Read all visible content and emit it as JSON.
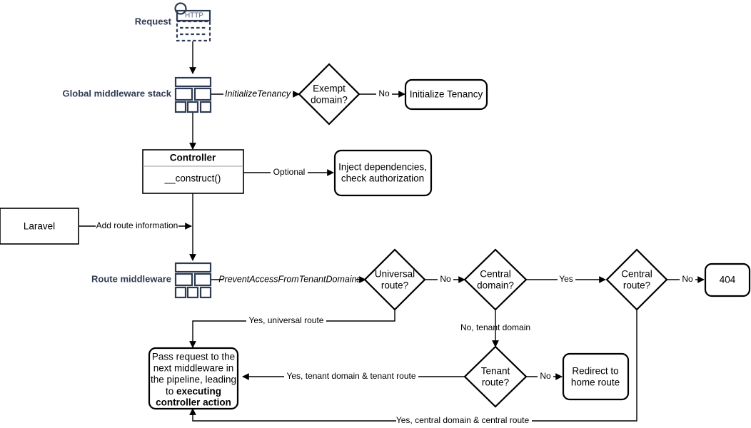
{
  "diagram": {
    "title": "Laravel multi-tenancy request lifecycle flowchart",
    "colors": {
      "icon": "#2e3b52",
      "stroke": "#000000",
      "divider": "#9a9a9a",
      "background": "#ffffff"
    },
    "swimlane_labels": [
      {
        "id": "request",
        "text": "Request"
      },
      {
        "id": "global-middleware-stack",
        "text": "Global middleware stack"
      },
      {
        "id": "route-middleware",
        "text": "Route middleware"
      }
    ],
    "icons": {
      "http_request": {
        "name": "http-request-icon",
        "label": "HTTP"
      },
      "middleware_stack_global": {
        "name": "middleware-stack-icon"
      },
      "middleware_stack_route": {
        "name": "middleware-stack-icon"
      }
    },
    "nodes": [
      {
        "id": "exempt-domain",
        "shape": "diamond",
        "lines": [
          "Exempt",
          "domain?"
        ]
      },
      {
        "id": "initialize-tenancy",
        "shape": "rounded-rect",
        "lines": [
          "Initialize Tenancy"
        ]
      },
      {
        "id": "controller",
        "shape": "class-box",
        "header": "Controller",
        "body": "__construct()"
      },
      {
        "id": "inject-dependencies",
        "shape": "rounded-rect",
        "lines": [
          "Inject dependencies,",
          "check authorization"
        ]
      },
      {
        "id": "laravel",
        "shape": "rect",
        "lines": [
          "Laravel"
        ]
      },
      {
        "id": "universal-route",
        "shape": "diamond",
        "lines": [
          "Universal",
          "route?"
        ]
      },
      {
        "id": "central-domain",
        "shape": "diamond",
        "lines": [
          "Central",
          "domain?"
        ]
      },
      {
        "id": "central-route",
        "shape": "diamond",
        "lines": [
          "Central",
          "route?"
        ]
      },
      {
        "id": "not-found",
        "shape": "rounded-rect",
        "lines": [
          "404"
        ]
      },
      {
        "id": "tenant-route",
        "shape": "diamond",
        "lines": [
          "Tenant",
          "route?"
        ]
      },
      {
        "id": "redirect-home",
        "shape": "rounded-rect",
        "lines": [
          "Redirect to",
          "home route"
        ]
      },
      {
        "id": "pass-request",
        "shape": "rounded-rect",
        "lines": [
          "Pass request to the",
          "next middleware in",
          "the pipeline, leading",
          "to "
        ],
        "bold_tail": [
          "executing",
          "controller action"
        ],
        "line4_prefix": "to ",
        "line4_bold": "executing",
        "line5_bold": "controller action"
      }
    ],
    "edge_labels": [
      {
        "id": "initialize-tenancy-label",
        "text": "InitializeTenancy",
        "style": "italic"
      },
      {
        "id": "exempt-no",
        "text": "No"
      },
      {
        "id": "optional",
        "text": "Optional"
      },
      {
        "id": "add-route-information",
        "text": "Add route information"
      },
      {
        "id": "prevent-access",
        "text": "PreventAccessFromTenantDomains",
        "style": "italic"
      },
      {
        "id": "universal-no",
        "text": "No"
      },
      {
        "id": "central-domain-yes",
        "text": "Yes"
      },
      {
        "id": "central-route-no",
        "text": "No"
      },
      {
        "id": "yes-universal-route",
        "text": "Yes, universal route"
      },
      {
        "id": "no-tenant-domain",
        "text": "No, tenant domain"
      },
      {
        "id": "yes-tenant-domain-tenant-route",
        "text": "Yes, tenant domain & tenant route"
      },
      {
        "id": "tenant-route-no",
        "text": "No"
      },
      {
        "id": "yes-central-domain-central-route",
        "text": "Yes, central domain & central route"
      }
    ]
  }
}
